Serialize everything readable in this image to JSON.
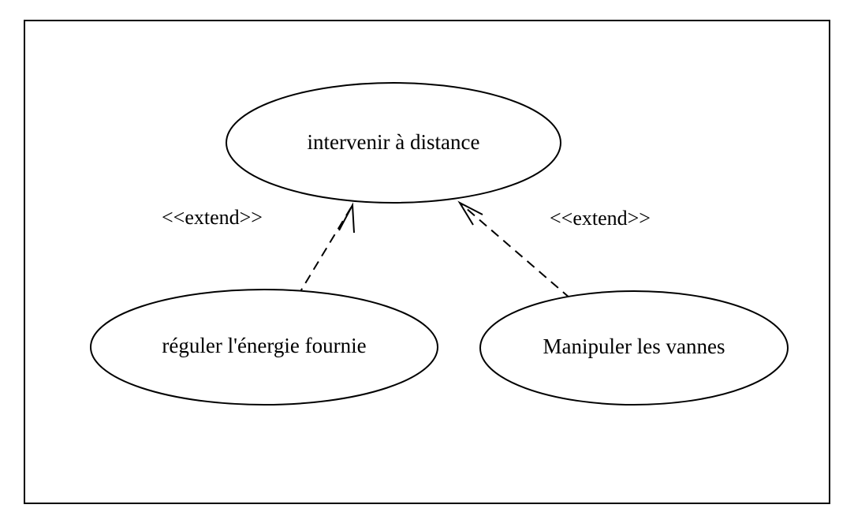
{
  "diagram": {
    "use_cases": {
      "main": "intervenir à distance",
      "left": "réguler l'énergie fournie",
      "right": "Manipuler les vannes"
    },
    "relations": [
      {
        "from": "réguler l'énergie fournie",
        "to": "intervenir à distance",
        "stereotype": "<<extend>>"
      },
      {
        "from": "Manipuler les vannes",
        "to": "intervenir à distance",
        "stereotype": "<<extend>>"
      }
    ]
  }
}
